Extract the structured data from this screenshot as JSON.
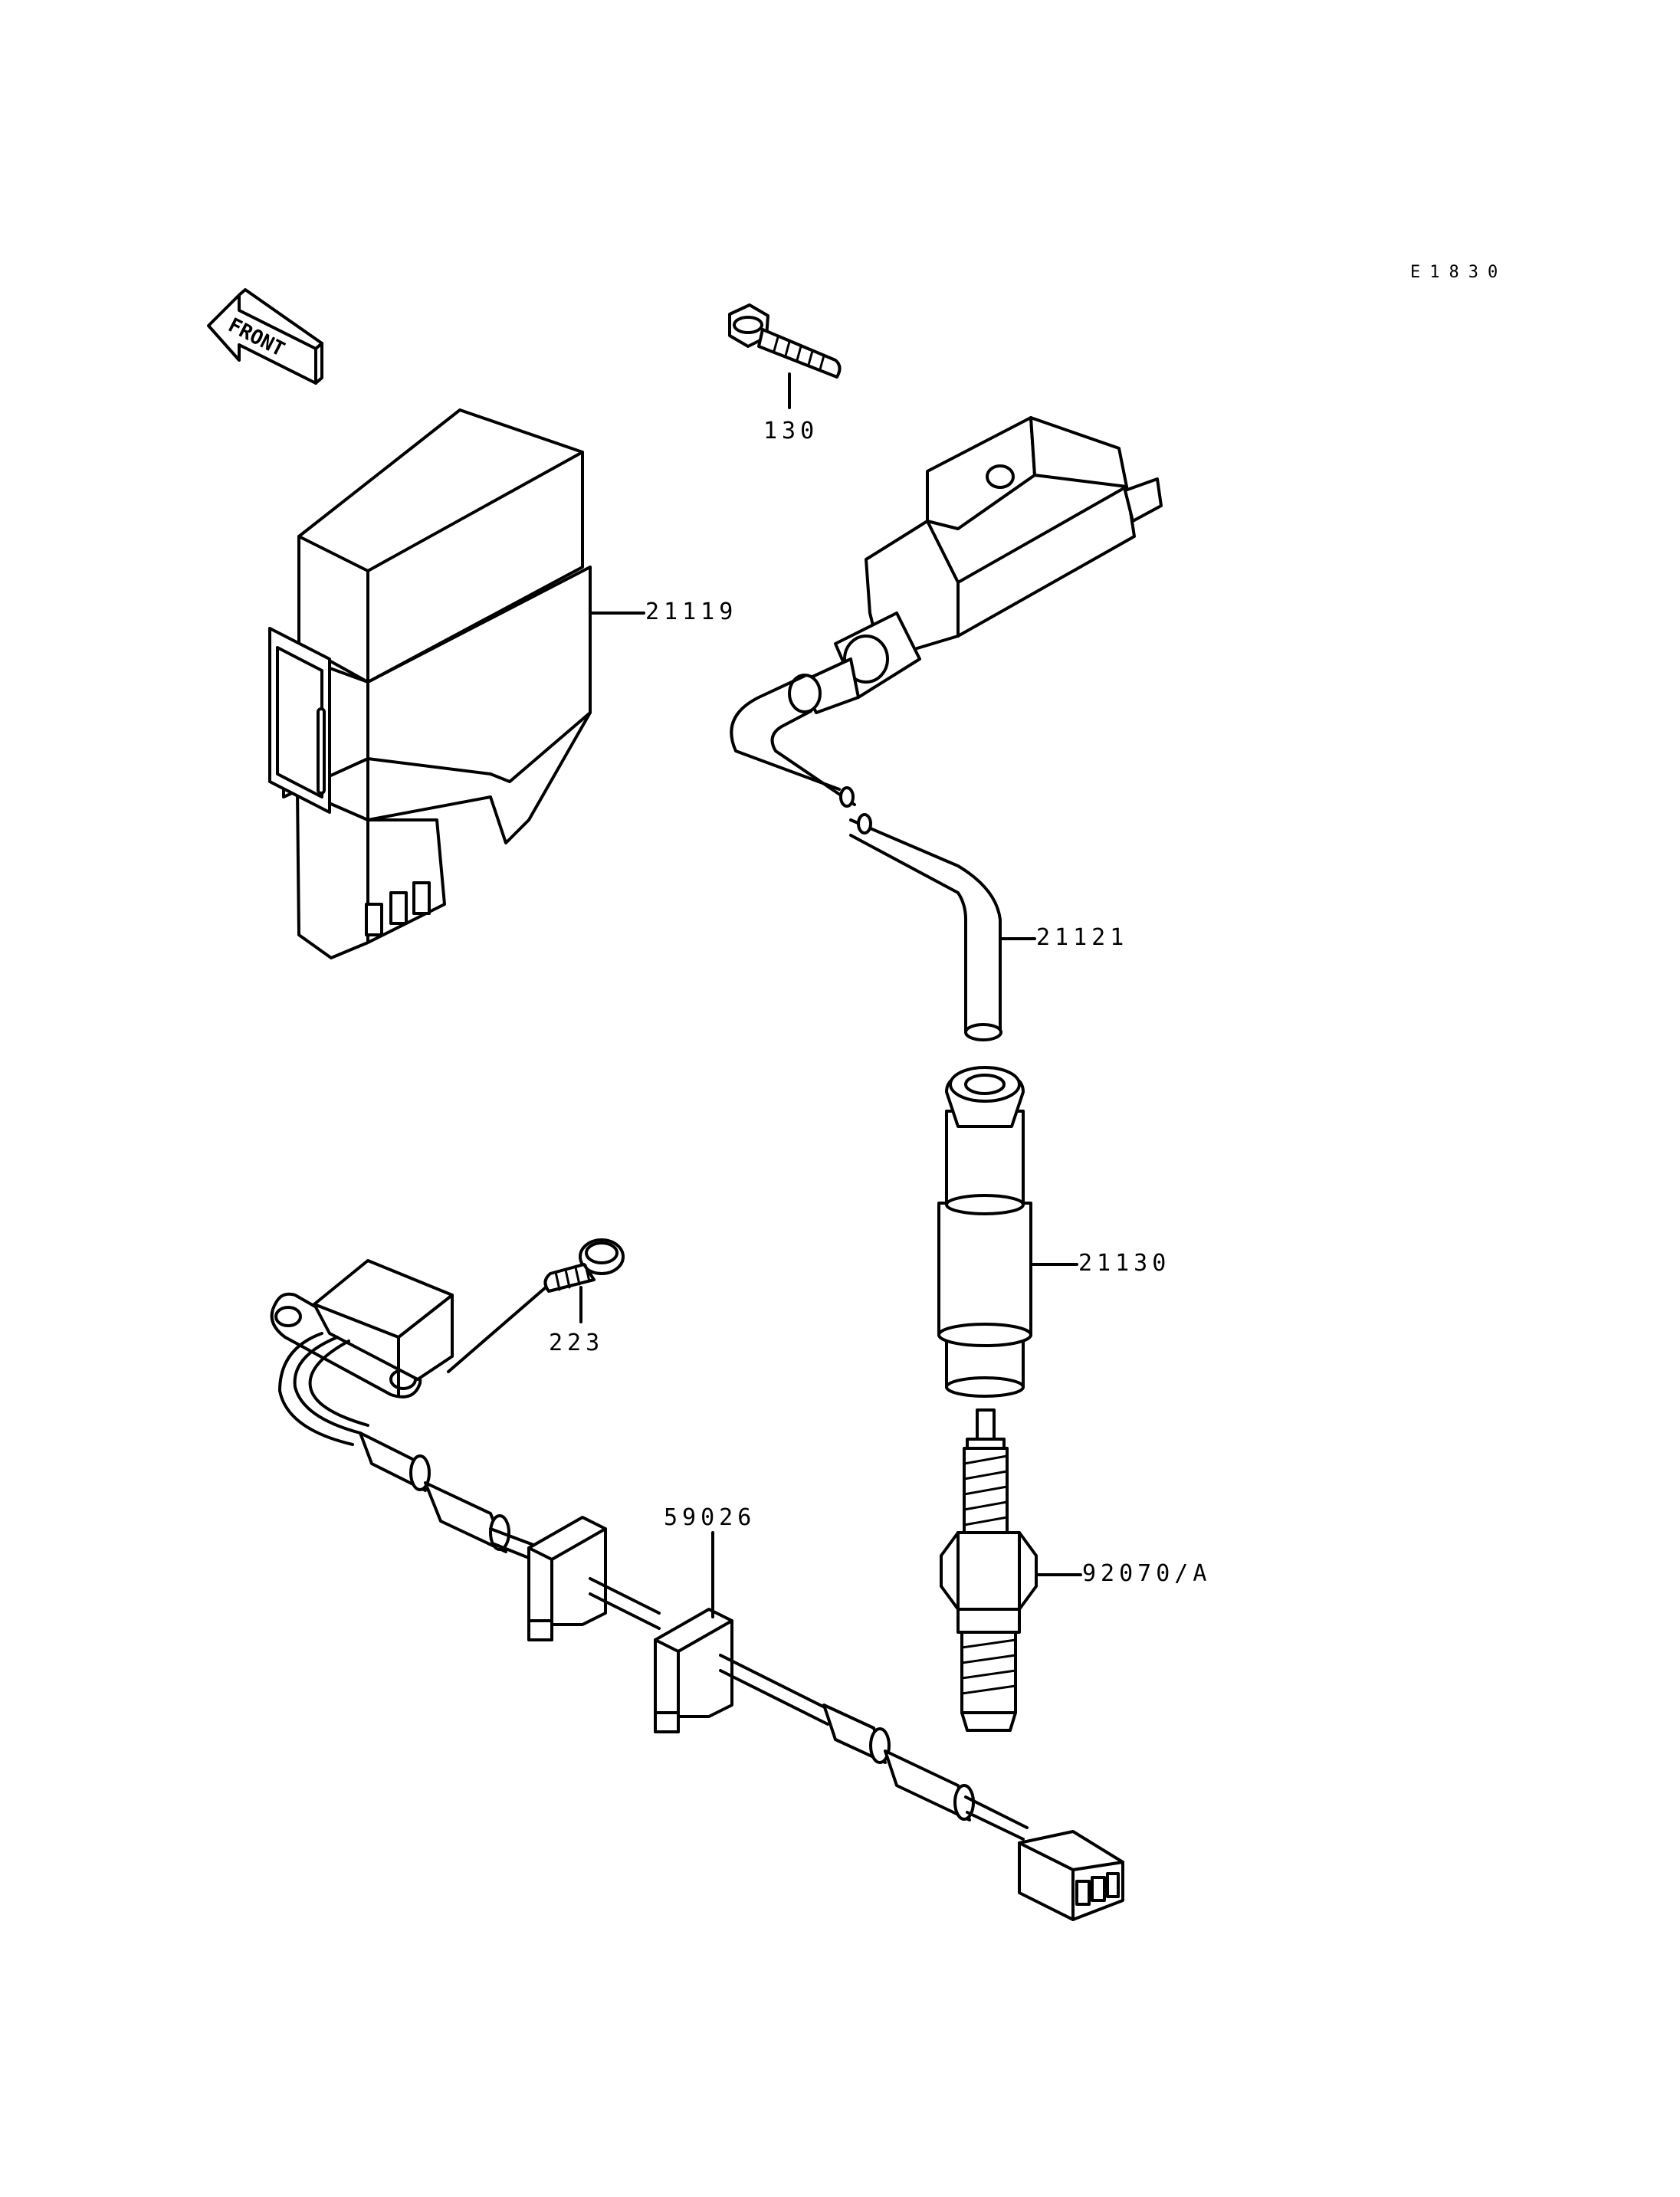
{
  "diagram_code": "E1830",
  "front_label": "FRONT",
  "parts": [
    {
      "id": "part-130",
      "number": "130"
    },
    {
      "id": "part-21119",
      "number": "21119"
    },
    {
      "id": "part-21121",
      "number": "21121"
    },
    {
      "id": "part-21130",
      "number": "21130"
    },
    {
      "id": "part-223",
      "number": "223"
    },
    {
      "id": "part-59026",
      "number": "59026"
    },
    {
      "id": "part-92070A",
      "number": "92070/A"
    }
  ]
}
